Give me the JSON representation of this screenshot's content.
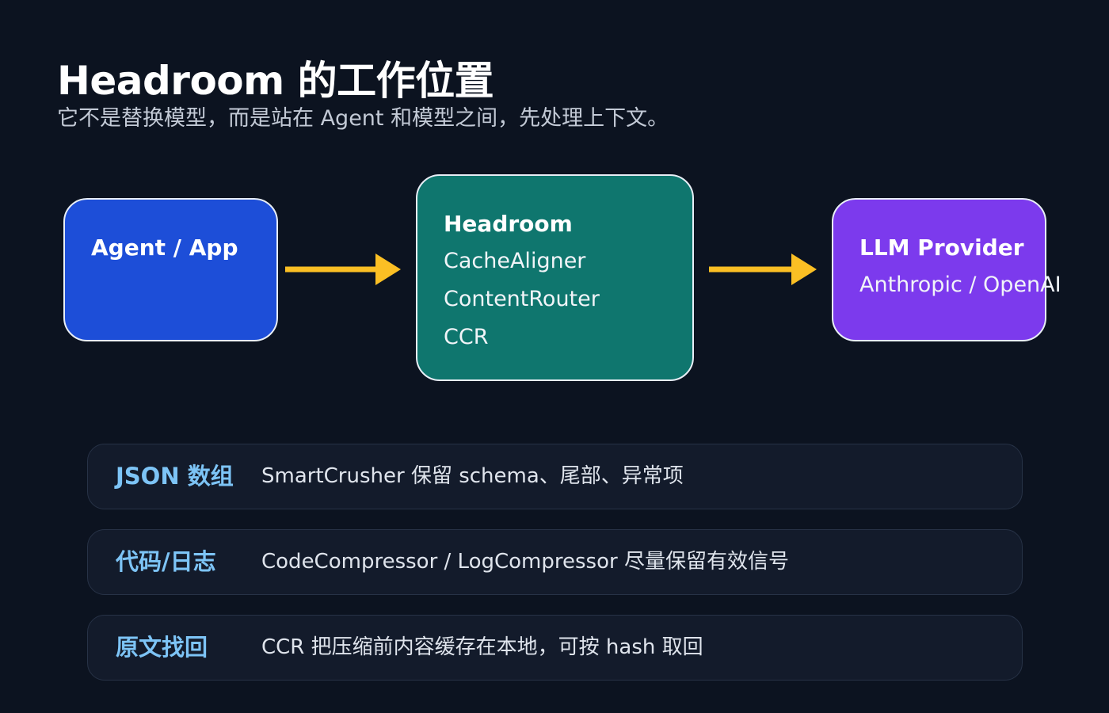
{
  "title": "Headroom 的工作位置",
  "subtitle": "它不是替换模型，而是站在 Agent 和模型之间，先处理上下文。",
  "diagram": {
    "nodes": {
      "agent": {
        "label": "Agent / App",
        "color": "#1d4ed8"
      },
      "headroom": {
        "label": "Headroom",
        "items": [
          "CacheAligner",
          "ContentRouter",
          "CCR"
        ],
        "color": "#0f766e"
      },
      "llm": {
        "label": "LLM Provider",
        "items": [
          "Anthropic / OpenAI"
        ],
        "color": "#7c3aed"
      }
    },
    "edges": [
      {
        "from": "agent",
        "to": "headroom"
      },
      {
        "from": "headroom",
        "to": "llm"
      }
    ],
    "arrow_color": "#fbbf24"
  },
  "features": [
    {
      "label": "JSON 数组",
      "desc": "SmartCrusher 保留 schema、尾部、异常项"
    },
    {
      "label": "代码/日志",
      "desc": "CodeCompressor / LogCompressor 尽量保留有效信号"
    },
    {
      "label": "原文找回",
      "desc": "CCR 把压缩前内容缓存在本地，可按 hash 取回"
    }
  ]
}
